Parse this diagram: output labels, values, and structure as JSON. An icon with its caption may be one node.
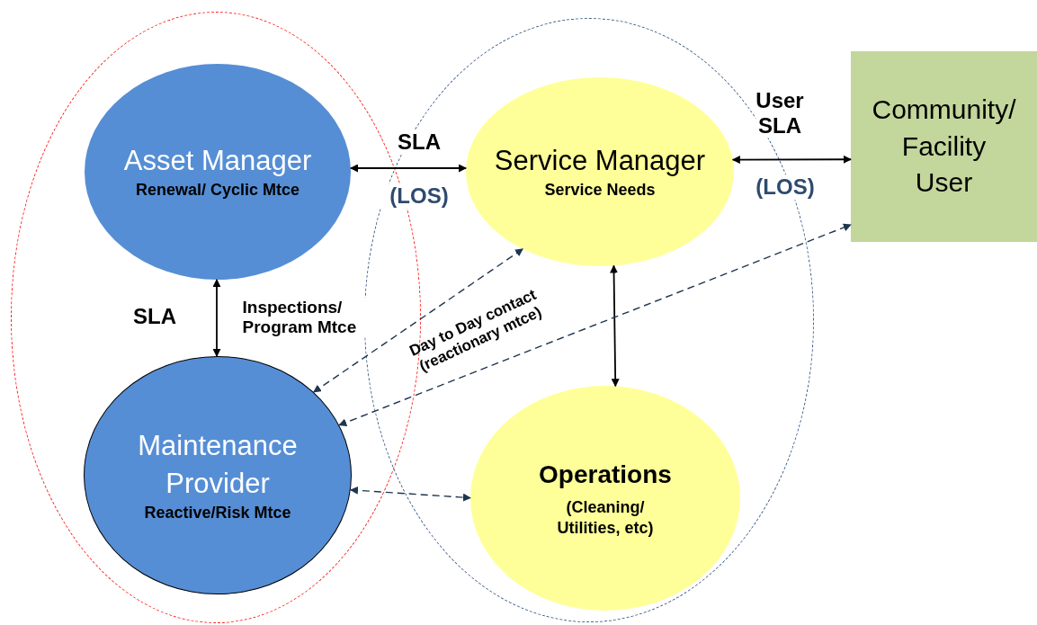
{
  "diagram": {
    "nodes": [
      {
        "text": [],
        "shape": "ellipse"
      },
      {
        "text": [
          "Asset Manager",
          "Renewal/ Cyclic Mtce"
        ],
        "in": 0
      },
      {
        "text": [
          "Maintenance Provider",
          "Reactive/Risk Mtce"
        ],
        "in": 0
      },
      {
        "text": [],
        "shape": "ellipse"
      },
      {
        "text": [
          "Service Manager",
          "Service Needs"
        ],
        "in": 3
      },
      {
        "text": [
          "Operations",
          "(Cleaning/ Utilities, etc)"
        ],
        "in": 3
      },
      {
        "text": [
          "Community/ Facility User"
        ]
      }
    ],
    "edges": [
      {
        "from": 1,
        "to": 4,
        "arrow": "both",
        "label": "SLA"
      },
      {
        "from": 4,
        "to": 6,
        "arrow": "both",
        "label": "User SLA"
      },
      {
        "from": 1,
        "to": 2,
        "arrow": "both",
        "label": "SLA"
      },
      {
        "from": 4,
        "to": 5,
        "arrow": "both"
      },
      {
        "from": 2,
        "to": 4,
        "arrow": "both",
        "style": "dashed",
        "color": "#1f3550"
      },
      {
        "from": 2,
        "to": 6,
        "arrow": "both",
        "style": "dashed",
        "color": "#1f3550"
      },
      {
        "from": 2,
        "to": 5,
        "arrow": "both",
        "style": "dashed",
        "color": "#1f3550"
      }
    ],
    "labels": [
      "(LOS)",
      "(LOS)",
      "Inspections/ Program Mtce",
      "Day to Day contact (reactionary mtce)"
    ]
  }
}
